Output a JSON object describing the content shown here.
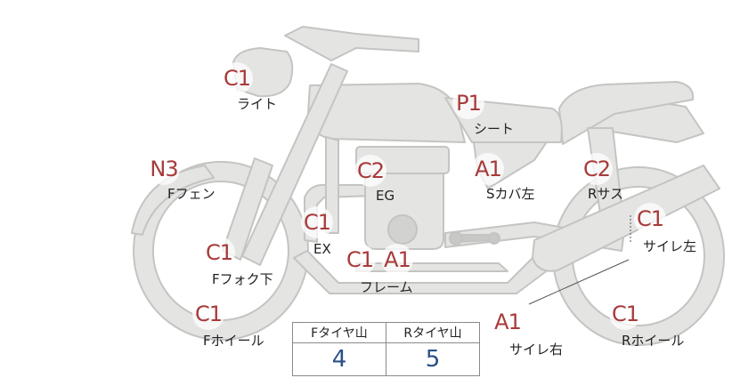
{
  "parts": [
    {
      "id": "light",
      "label": "ライト",
      "grade": "C1"
    },
    {
      "id": "seat",
      "label": "シート",
      "grade": "P1"
    },
    {
      "id": "f-fender",
      "label": "Fフェン",
      "grade": "N3"
    },
    {
      "id": "eg",
      "label": "EG",
      "grade": "C2"
    },
    {
      "id": "s-cover-left",
      "label": "Sカバ左",
      "grade": "A1"
    },
    {
      "id": "r-suspension",
      "label": "Rサス",
      "grade": "C2"
    },
    {
      "id": "ex",
      "label": "EX",
      "grade": "C1"
    },
    {
      "id": "muffler-left",
      "label": "サイレ左",
      "grade": "C1"
    },
    {
      "id": "f-fork-lower",
      "label": "Fフォク下",
      "grade": "C1"
    },
    {
      "id": "frame",
      "label": "フレーム",
      "grade1": "C1",
      "grade2": "A1"
    },
    {
      "id": "f-wheel",
      "label": "Fホイール",
      "grade": "C1"
    },
    {
      "id": "muffler-right",
      "label": "サイレ右",
      "grade": "A1"
    },
    {
      "id": "r-wheel",
      "label": "Rホイール",
      "grade": "C1"
    }
  ],
  "tread_table": {
    "headers": [
      "Fタイヤ山",
      "Rタイヤ山"
    ],
    "values": [
      "4",
      "5"
    ]
  },
  "colors": {
    "bike_fill": "#e4e4e2",
    "bike_stroke": "#c4c4c2",
    "grade_text": "#a83a3a",
    "tread_value": "#2b4f86"
  }
}
